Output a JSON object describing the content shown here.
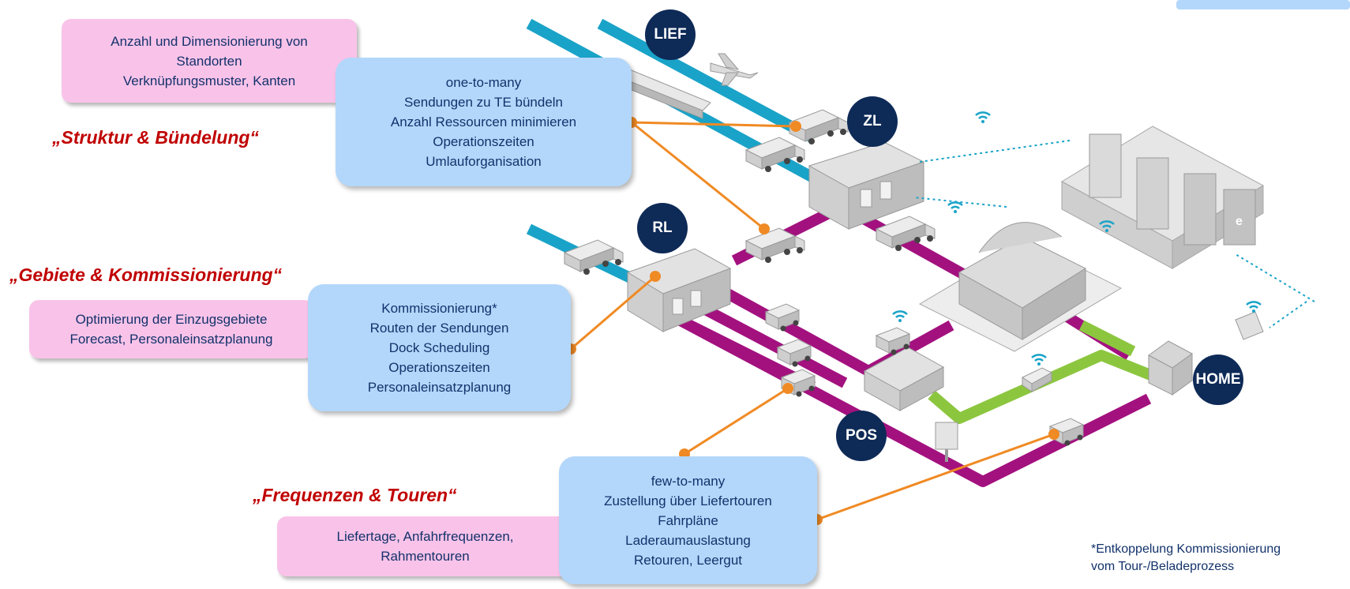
{
  "colors": {
    "pink_box": "#f9c3e9",
    "blue_box": "#b3d7fb",
    "heading_red": "#c00000",
    "node_navy": "#0e2a57",
    "road_magenta": "#a3117f",
    "road_cyan": "#1aa3c8",
    "road_green": "#8cc63f",
    "connector_orange": "#f08a24",
    "text_navy": "#13326b"
  },
  "headings": {
    "struktur": "„Struktur & Bündelung“",
    "gebiete": "„Gebiete & Kommissionierung“",
    "frequenzen": "„Frequenzen & Touren“"
  },
  "pink_boxes": {
    "struktur": [
      "Anzahl und Dimensionierung von",
      "Standorten",
      "Verknüpfungsmuster, Kanten"
    ],
    "gebiete": [
      "Optimierung der Einzugsgebiete",
      "Forecast, Personaleinsatzplanung"
    ],
    "frequenzen": [
      "Liefertage, Anfahrfrequenzen,",
      "Rahmentouren"
    ]
  },
  "blue_boxes": {
    "zl": [
      "one-to-many",
      "Sendungen zu TE bündeln",
      "Anzahl Ressourcen minimieren",
      "Operationszeiten",
      "Umlauforganisation"
    ],
    "rl": [
      "Kommissionierung*",
      "Routen der Sendungen",
      "Dock Scheduling",
      "Operationszeiten",
      "Personaleinsatzplanung"
    ],
    "pos": [
      "few-to-many",
      "Zustellung über Liefertouren",
      "Fahrpläne",
      "Laderaumauslastung",
      "Retouren, Leergut"
    ]
  },
  "nodes": {
    "lief": "LIEF",
    "zl": "ZL",
    "rl": "RL",
    "pos": "POS",
    "home": "HOME"
  },
  "icons": [
    "airplane-icon",
    "train-icon",
    "truck-icon",
    "van-icon",
    "car-icon",
    "wifi-icon",
    "warehouse-icon",
    "shopping-mall-icon",
    "ecommerce-building-icon",
    "house-icon",
    "store-icon",
    "signpost-icon",
    "laptop-icon"
  ],
  "footnote": [
    "*Entkoppelung Kommissionierung",
    "vom Tour-/Beladeprozess"
  ]
}
